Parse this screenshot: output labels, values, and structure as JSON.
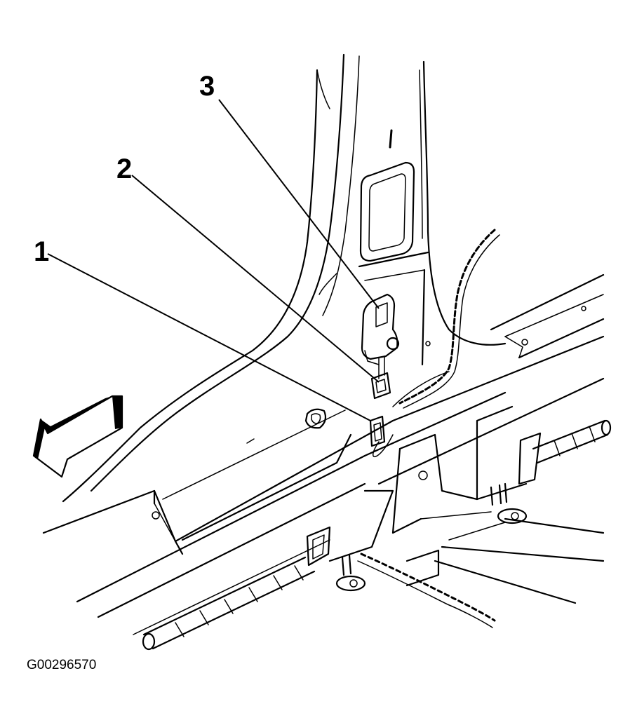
{
  "callouts": [
    {
      "label": "1"
    },
    {
      "label": "2"
    },
    {
      "label": "3"
    }
  ],
  "figure_id": "G00296570"
}
